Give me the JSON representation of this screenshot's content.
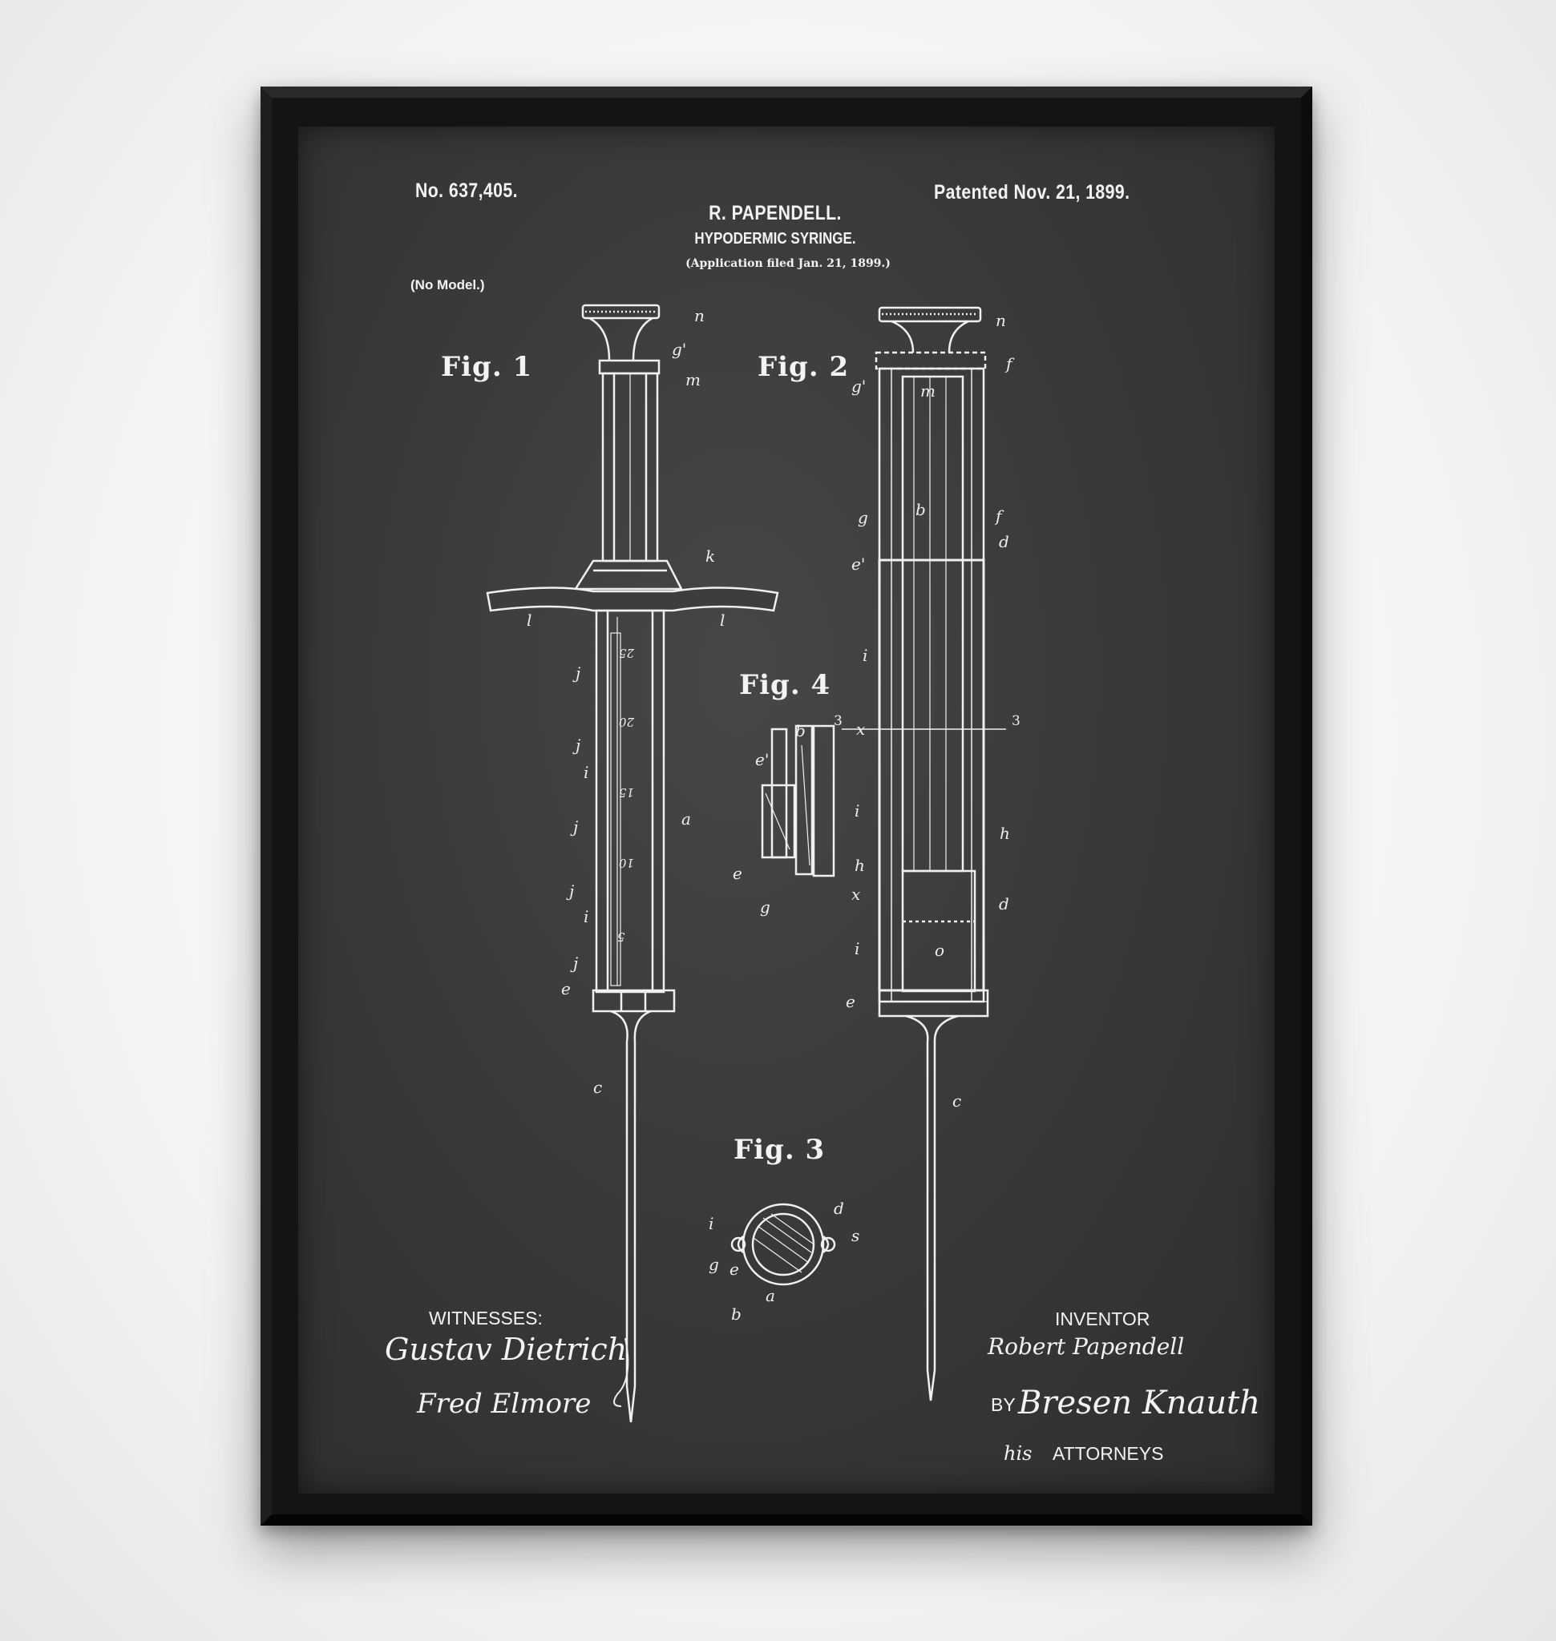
{
  "header": {
    "patent_number": "No. 637,405.",
    "patent_date": "Patented Nov. 21, 1899.",
    "inventor_name": "R. PAPENDELL.",
    "title": "HYPODERMIC SYRINGE.",
    "application": "(Application filed Jan. 21, 1899.)",
    "model_note": "(No Model.)"
  },
  "figures": {
    "fig1": "Fig. 1",
    "fig2": "Fig. 2",
    "fig3": "Fig. 3",
    "fig4": "Fig. 4"
  },
  "fig1_labels": [
    "n",
    "g'",
    "m",
    "k",
    "l",
    "l",
    "j",
    "j",
    "i",
    "j",
    "a",
    "j",
    "i",
    "j",
    "e",
    "c"
  ],
  "fig1_scale": [
    "25",
    "20",
    "15",
    "10",
    "5"
  ],
  "fig2_labels": [
    "n",
    "f",
    "g'",
    "m",
    "g",
    "b",
    "f",
    "d",
    "e'",
    "i",
    "x",
    "3",
    "3",
    "i",
    "h",
    "h",
    "x",
    "d",
    "i",
    "o",
    "e",
    "c"
  ],
  "fig4_labels": [
    "b",
    "e'",
    "e",
    "g"
  ],
  "fig3_labels": [
    "d",
    "i",
    "s",
    "g",
    "e",
    "a",
    "b"
  ],
  "footer": {
    "witnesses_label": "WITNESSES:",
    "witness_1": "Gustav Dietrich",
    "witness_2": "Fred Elmore",
    "inventor_label": "INVENTOR",
    "inventor_signature": "Robert Papendell",
    "by_label": "BY",
    "attorney_signature": "Bresen Knauth",
    "his_label": "his",
    "attorneys_label": "ATTORNEYS"
  },
  "colors": {
    "board": "#3a3a3a",
    "frame": "#141414",
    "ink": "#f3f3f3",
    "wall": "#f4f4f4"
  }
}
